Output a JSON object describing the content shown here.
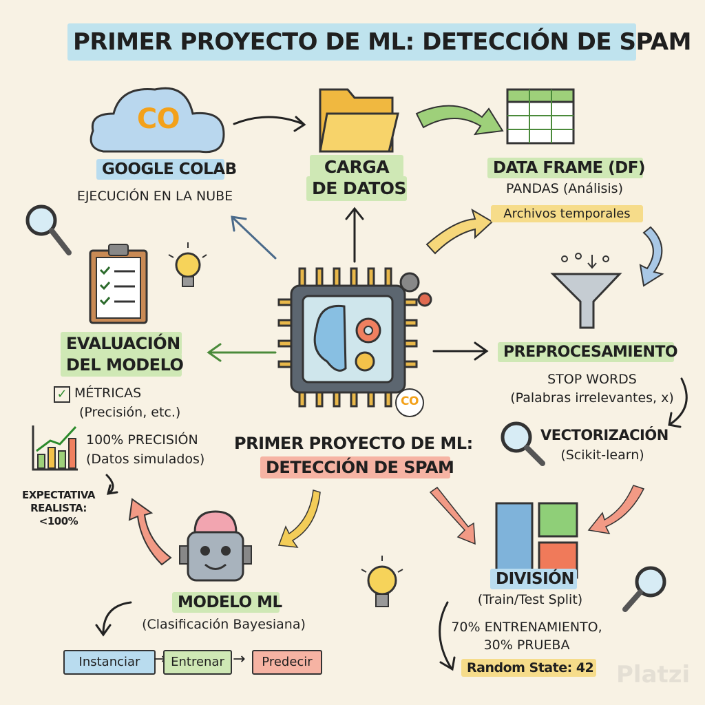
{
  "title": "PRIMER PROYECTO DE ML: DETECCIÓN DE SPAM",
  "colab": {
    "title": "GOOGLE COLAB",
    "subtitle": "EJECUCIÓN EN LA NUBE",
    "logo": "CO"
  },
  "carga": {
    "line1": "CARGA",
    "line2": "DE DATOS"
  },
  "dataframe": {
    "title": "DATA FRAME (DF)",
    "subtitle": "PANDAS (Análisis)",
    "note": "Archivos temporales"
  },
  "preprocesamiento": {
    "title": "PREPROCESAMIENTO",
    "stop_words": "STOP WORDS",
    "stop_words_detail": "(Palabras irrelevantes, x)",
    "vectorizacion": "VECTORIZACIÓN",
    "vectorizacion_detail": "(Scikit-learn)"
  },
  "center": {
    "line1": "PRIMER PROYECTO DE ML:",
    "line2": "DETECCIÓN DE SPAM",
    "badge": "CO"
  },
  "evaluacion": {
    "line1": "EVALUACIÓN",
    "line2": "DEL MODELO",
    "metricas": "MÉTRICAS",
    "metricas_detail": "(Precisión, etc.)",
    "precision": "100% PRECISIÓN",
    "precision_detail": "(Datos simulados)",
    "expectativa1": "EXPECTATIVA",
    "expectativa2": "REALISTA:",
    "expectativa3": "<100%"
  },
  "modelo": {
    "title": "MODELO ML",
    "subtitle": "(Clasificación Bayesiana)",
    "steps": [
      "Instanciar",
      "Entrenar",
      "Predecir"
    ],
    "arrow": "→"
  },
  "division": {
    "title": "DIVISIÓN",
    "subtitle": "(Train/Test Split)",
    "split1": "70% ENTRENAMIENTO,",
    "split2": "30% PRUEBA",
    "random_state": "Random State: 42"
  },
  "watermark": "Platzi",
  "colors": {
    "blue": "#b9dcef",
    "green": "#cfe8b5",
    "yellow": "#f6dc8a",
    "red": "#f6b3a3"
  }
}
